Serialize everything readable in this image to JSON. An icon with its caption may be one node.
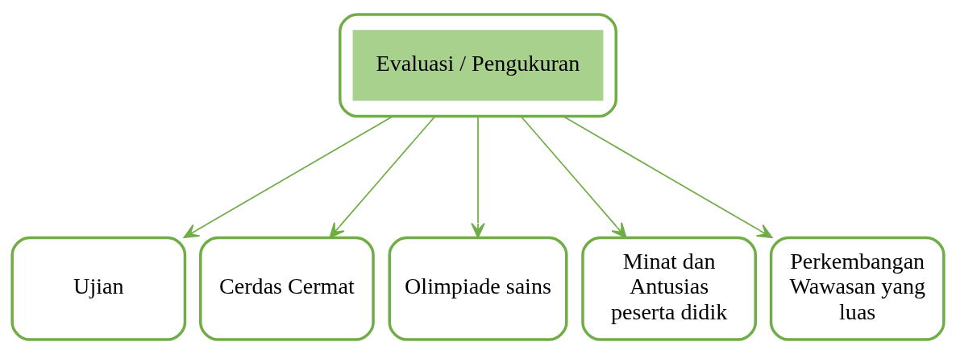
{
  "diagram": {
    "nodes": [
      {
        "text": [
          "Evaluasi / Pengukuran"
        ]
      },
      {
        "text": [
          "Ujian"
        ]
      },
      {
        "text": [
          "Cerdas Cermat"
        ]
      },
      {
        "text": [
          "Olimpiade sains"
        ]
      },
      {
        "text": [
          "Minat dan Antusias peserta didik"
        ]
      },
      {
        "text": [
          "Perkembangan Wawasan yang luas"
        ]
      }
    ],
    "edges": [
      {
        "from": 0,
        "to": 1,
        "arrow": "to"
      },
      {
        "from": 0,
        "to": 2,
        "arrow": "to"
      },
      {
        "from": 0,
        "to": 3,
        "arrow": "to"
      },
      {
        "from": 0,
        "to": 4,
        "arrow": "to"
      },
      {
        "from": 0,
        "to": 5,
        "arrow": "to"
      }
    ]
  }
}
